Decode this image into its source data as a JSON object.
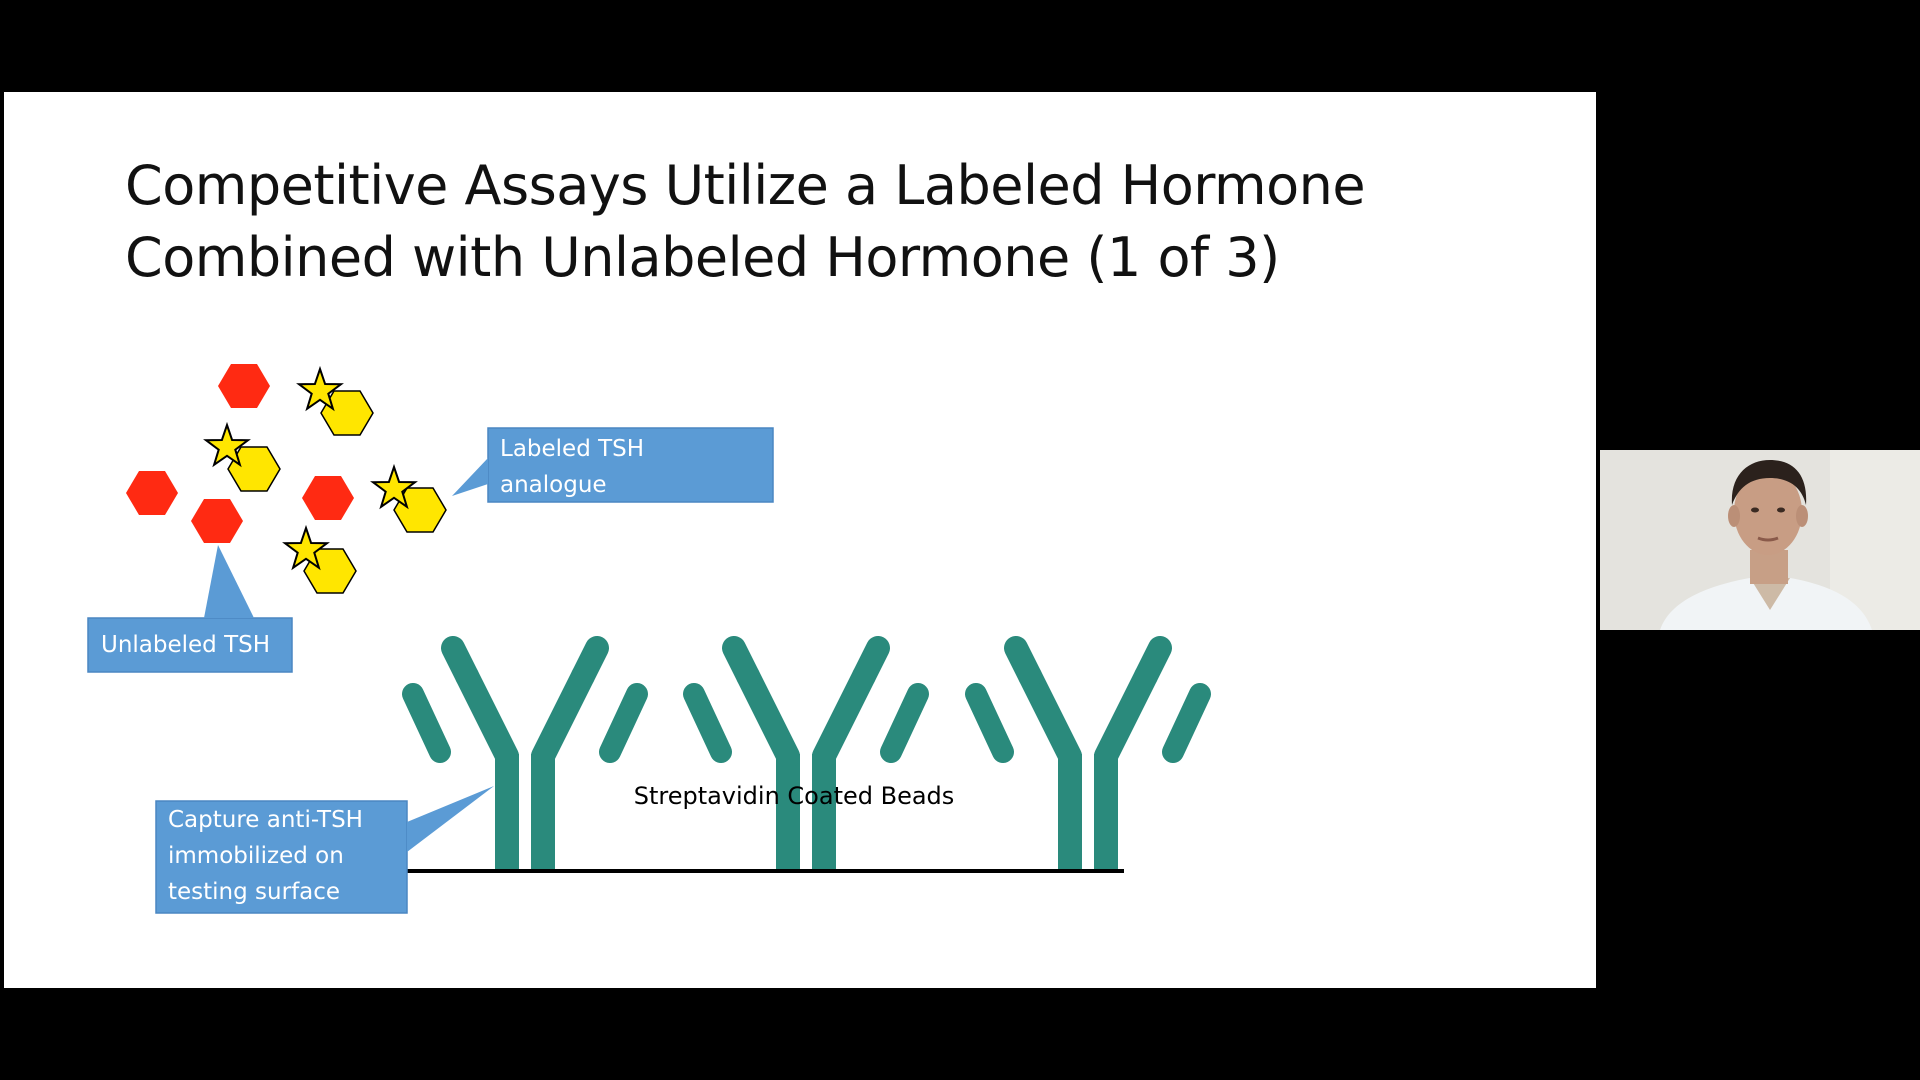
{
  "slide": {
    "title_line1": "Competitive Assays Utilize a Labeled Hormone",
    "title_line2": "Combined with Unlabeled Hormone (1 of 3)",
    "callouts": {
      "labeled": {
        "line1": "Labeled TSH",
        "line2": "analogue"
      },
      "unlabeled": {
        "line1": "Unlabeled TSH"
      },
      "capture": {
        "line1": "Capture anti-TSH",
        "line2": "immobilized on",
        "line3": "testing surface"
      }
    },
    "surface_caption": "Streptavidin Coated Beads"
  },
  "colors": {
    "unlabeled_hormone": "#ff2a12",
    "labeled_hormone": "#ffe600",
    "antibody": "#2a8a7c",
    "callout": "#5b9bd5",
    "background": "#000000",
    "slide": "#ffffff"
  },
  "icons": {
    "labeled_marker": "star-icon",
    "hormone_shape": "hexagon-icon",
    "antibody_shape": "antibody-y-icon"
  },
  "webcam": {
    "participant": "presenter-video"
  }
}
